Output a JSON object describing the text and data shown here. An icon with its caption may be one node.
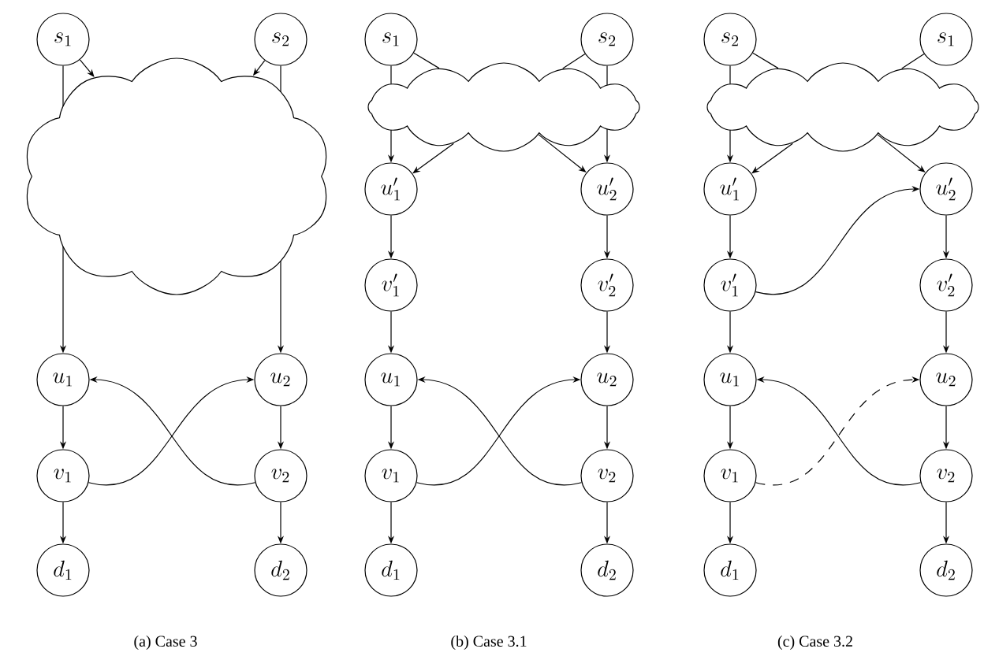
{
  "diagram": {
    "nodes": [
      {
        "text": [
          "s_1"
        ]
      },
      {
        "text": [
          "s_2"
        ]
      },
      {
        "text": [],
        "shape": "cloud"
      },
      {
        "text": [
          "u_1"
        ]
      },
      {
        "text": [
          "u_2"
        ]
      },
      {
        "text": [
          "v_1"
        ]
      },
      {
        "text": [
          "v_2"
        ]
      },
      {
        "text": [
          "d_1"
        ]
      },
      {
        "text": [
          "d_2"
        ]
      },
      {
        "text": [
          "s_1"
        ]
      },
      {
        "text": [
          "s_2"
        ]
      },
      {
        "text": [],
        "shape": "cloud"
      },
      {
        "text": [
          "u'_1"
        ]
      },
      {
        "text": [
          "u'_2"
        ]
      },
      {
        "text": [
          "v'_1"
        ]
      },
      {
        "text": [
          "v'_2"
        ]
      },
      {
        "text": [
          "u_1"
        ]
      },
      {
        "text": [
          "u_2"
        ]
      },
      {
        "text": [
          "v_1"
        ]
      },
      {
        "text": [
          "v_2"
        ]
      },
      {
        "text": [
          "d_1"
        ]
      },
      {
        "text": [
          "d_2"
        ]
      },
      {
        "text": [
          "s_2"
        ]
      },
      {
        "text": [
          "s_1"
        ]
      },
      {
        "text": [],
        "shape": "cloud"
      },
      {
        "text": [
          "u'_1"
        ]
      },
      {
        "text": [
          "u'_2"
        ]
      },
      {
        "text": [
          "v'_1"
        ]
      },
      {
        "text": [
          "v'_2"
        ]
      },
      {
        "text": [
          "u_1"
        ]
      },
      {
        "text": [
          "u_2"
        ]
      },
      {
        "text": [
          "v_1"
        ]
      },
      {
        "text": [
          "v_2"
        ]
      },
      {
        "text": [
          "d_1"
        ]
      },
      {
        "text": [
          "d_2"
        ]
      }
    ],
    "edges": [
      {
        "from": 0,
        "to": 2,
        "arrow": "none"
      },
      {
        "from": 0,
        "to": 2,
        "arrow": "to"
      },
      {
        "from": 1,
        "to": 2,
        "arrow": "to"
      },
      {
        "from": 1,
        "to": 2,
        "arrow": "none"
      },
      {
        "from": 2,
        "to": 3,
        "arrow": "to"
      },
      {
        "from": 2,
        "to": 4,
        "arrow": "to"
      },
      {
        "from": 3,
        "to": 5,
        "arrow": "to"
      },
      {
        "from": 4,
        "to": 6,
        "arrow": "to"
      },
      {
        "from": 5,
        "to": 7,
        "arrow": "to"
      },
      {
        "from": 6,
        "to": 8,
        "arrow": "to"
      },
      {
        "from": 5,
        "to": 4,
        "arrow": "to"
      },
      {
        "from": 6,
        "to": 3,
        "arrow": "to"
      },
      {
        "from": 9,
        "to": 11,
        "arrow": "none"
      },
      {
        "from": 9,
        "to": 11,
        "arrow": "none"
      },
      {
        "from": 10,
        "to": 11,
        "arrow": "none"
      },
      {
        "from": 10,
        "to": 11,
        "arrow": "none"
      },
      {
        "from": 11,
        "to": 12,
        "arrow": "to"
      },
      {
        "from": 11,
        "to": 12,
        "arrow": "to"
      },
      {
        "from": 11,
        "to": 13,
        "arrow": "to"
      },
      {
        "from": 11,
        "to": 13,
        "arrow": "to"
      },
      {
        "from": 12,
        "to": 14,
        "arrow": "to"
      },
      {
        "from": 13,
        "to": 15,
        "arrow": "to"
      },
      {
        "from": 14,
        "to": 16,
        "arrow": "to"
      },
      {
        "from": 15,
        "to": 17,
        "arrow": "to"
      },
      {
        "from": 16,
        "to": 18,
        "arrow": "to"
      },
      {
        "from": 17,
        "to": 19,
        "arrow": "to"
      },
      {
        "from": 18,
        "to": 20,
        "arrow": "to"
      },
      {
        "from": 19,
        "to": 21,
        "arrow": "to"
      },
      {
        "from": 18,
        "to": 17,
        "arrow": "to"
      },
      {
        "from": 19,
        "to": 16,
        "arrow": "to"
      },
      {
        "from": 22,
        "to": 24,
        "arrow": "none"
      },
      {
        "from": 22,
        "to": 24,
        "arrow": "none"
      },
      {
        "from": 23,
        "to": 24,
        "arrow": "none"
      },
      {
        "from": 24,
        "to": 25,
        "arrow": "to"
      },
      {
        "from": 24,
        "to": 25,
        "arrow": "to"
      },
      {
        "from": 24,
        "to": 26,
        "arrow": "to"
      },
      {
        "from": 25,
        "to": 27,
        "arrow": "to"
      },
      {
        "from": 26,
        "to": 28,
        "arrow": "to"
      },
      {
        "from": 27,
        "to": 29,
        "arrow": "to"
      },
      {
        "from": 28,
        "to": 30,
        "arrow": "to"
      },
      {
        "from": 29,
        "to": 31,
        "arrow": "to"
      },
      {
        "from": 30,
        "to": 32,
        "arrow": "to"
      },
      {
        "from": 31,
        "to": 33,
        "arrow": "to"
      },
      {
        "from": 32,
        "to": 34,
        "arrow": "to"
      },
      {
        "from": 27,
        "to": 26,
        "arrow": "to"
      },
      {
        "from": 31,
        "to": 30,
        "arrow": "to",
        "style": "dashed"
      },
      {
        "from": 32,
        "to": 29,
        "arrow": "to"
      }
    ],
    "labels": [
      "(a) Case 3",
      "(b) Case 3.1",
      "(c) Case 3.2"
    ]
  }
}
